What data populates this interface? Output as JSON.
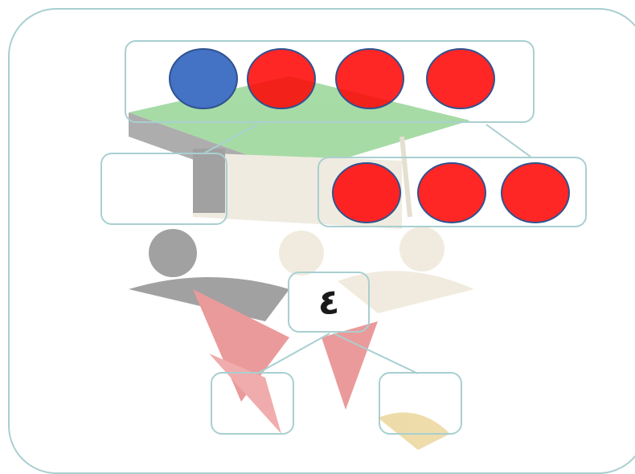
{
  "diagram": {
    "whole_number": "٤",
    "counters": {
      "top_row": [
        "blue",
        "red",
        "red",
        "red"
      ],
      "right_row": [
        "red",
        "red",
        "red"
      ]
    }
  },
  "colors": {
    "frame": "#a9cfd0",
    "counter_red": "#ff0000",
    "counter_blue": "#4472c4",
    "counter_outline": "#2f528f"
  }
}
